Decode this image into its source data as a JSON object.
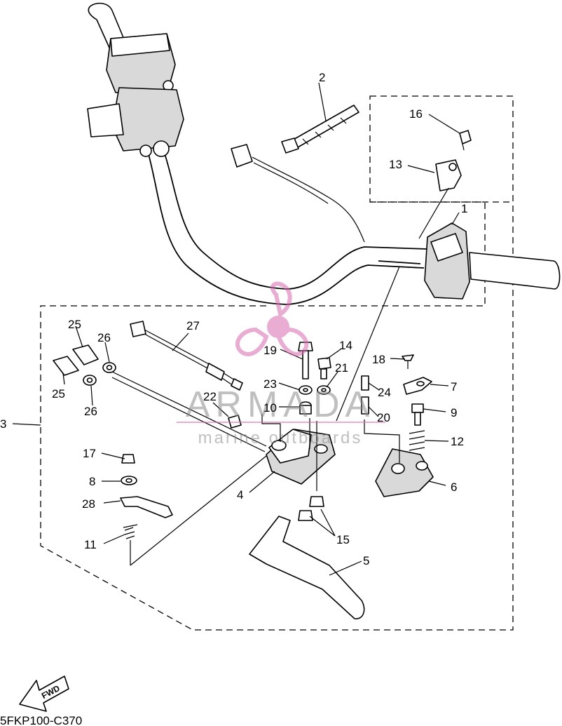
{
  "diagram": {
    "code": "5FKP100-C370",
    "fwd_label": "FWD",
    "watermark": {
      "brand": "ARMADA",
      "tagline": "marine outboards"
    },
    "callouts": {
      "c1": "1",
      "c2": "2",
      "c3": "3",
      "c4": "4",
      "c5": "5",
      "c6": "6",
      "c7": "7",
      "c8": "8",
      "c9": "9",
      "c10": "10",
      "c11": "11",
      "c12": "12",
      "c13": "13",
      "c14": "14",
      "c15": "15",
      "c16": "16",
      "c17": "17",
      "c18": "18",
      "c19": "19",
      "c20": "20",
      "c21": "21",
      "c22": "22",
      "c23": "23",
      "c24": "24",
      "c25a": "25",
      "c25b": "25",
      "c26a": "26",
      "c26b": "26",
      "c27": "27",
      "c28": "28"
    }
  }
}
